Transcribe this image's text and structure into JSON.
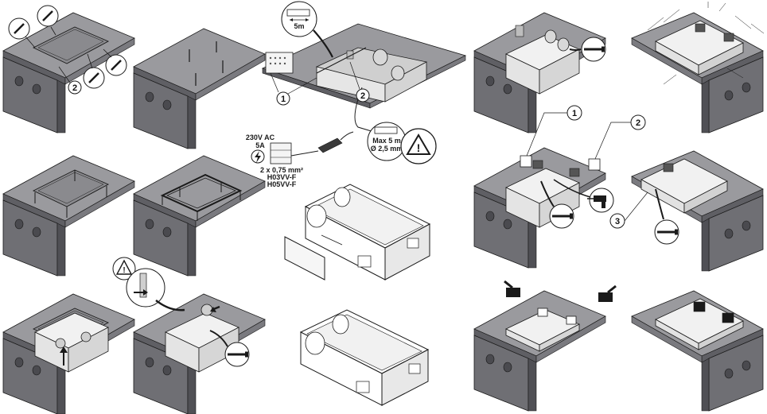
{
  "callouts": {
    "one": "1",
    "two": "2",
    "three": "3"
  },
  "cable": {
    "length_top": "5m",
    "warn_line1": "Max 5 m",
    "warn_line2": "Ø 2,5 mm"
  },
  "power": {
    "voltage": "230V AC",
    "current": "5A",
    "wire_size": "2 x 0,75 mm²",
    "type1": "H03VV-F",
    "type2": "H05VV-F"
  },
  "icons": {
    "warning": "warning-triangle-icon",
    "power": "lightning-bolt-icon",
    "screw": "screw-icon",
    "pencil": "pencil-icon",
    "drill": "drill-icon",
    "arrow": "arrow-icon"
  },
  "colors": {
    "wall_dark": "#6f6f74",
    "ceiling": "#9a9a9e",
    "unit_light": "#ececec",
    "outline": "#1a1a1a"
  }
}
